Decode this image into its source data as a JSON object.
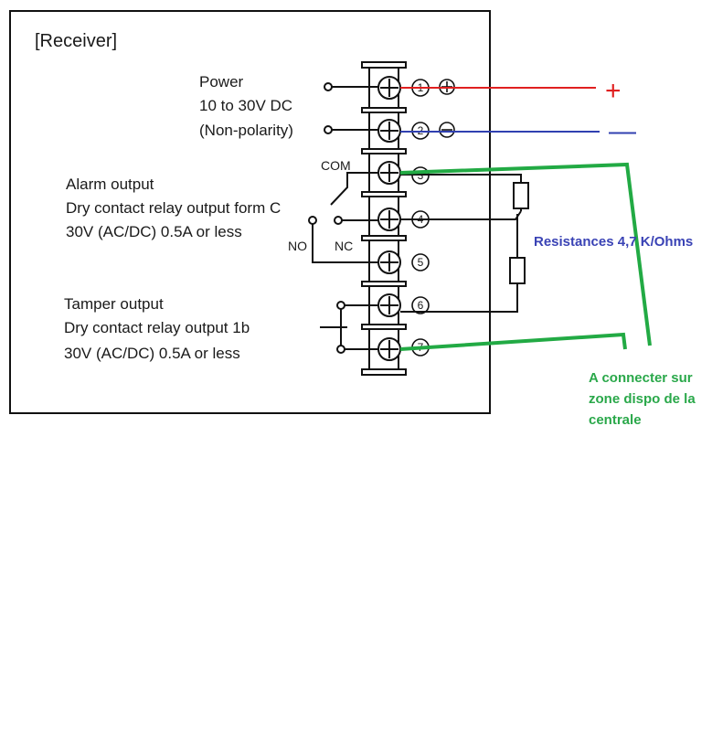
{
  "receiver": {
    "title": "[Receiver]",
    "power": {
      "line1": "Power",
      "line2": "10 to 30V DC",
      "line3": "(Non-polarity)"
    },
    "alarm": {
      "line1": "Alarm output",
      "line2": "Dry contact relay output form C",
      "line3": "30V (AC/DC) 0.5A or less"
    },
    "tamper": {
      "line1": "Tamper output",
      "line2": "Dry contact relay output 1b",
      "line3": "30V (AC/DC) 0.5A or less"
    },
    "com_label": "COM",
    "no_label": "NO",
    "nc_label": "NC",
    "terminals": [
      "1",
      "2",
      "3",
      "4",
      "5",
      "6",
      "7"
    ]
  },
  "annotations": {
    "plus_sign": "+",
    "minus_sign": "—",
    "resistances": "Resistances 4,7 K/Ohms",
    "connect_line1": "A connecter sur",
    "connect_line2": "zone dispo de la",
    "connect_line3": "centrale"
  },
  "colors": {
    "positive_wire": "#e02020",
    "negative_wire": "#3040b0",
    "zone_wire": "#22aa44",
    "resistance_note": "#3a43b5"
  }
}
